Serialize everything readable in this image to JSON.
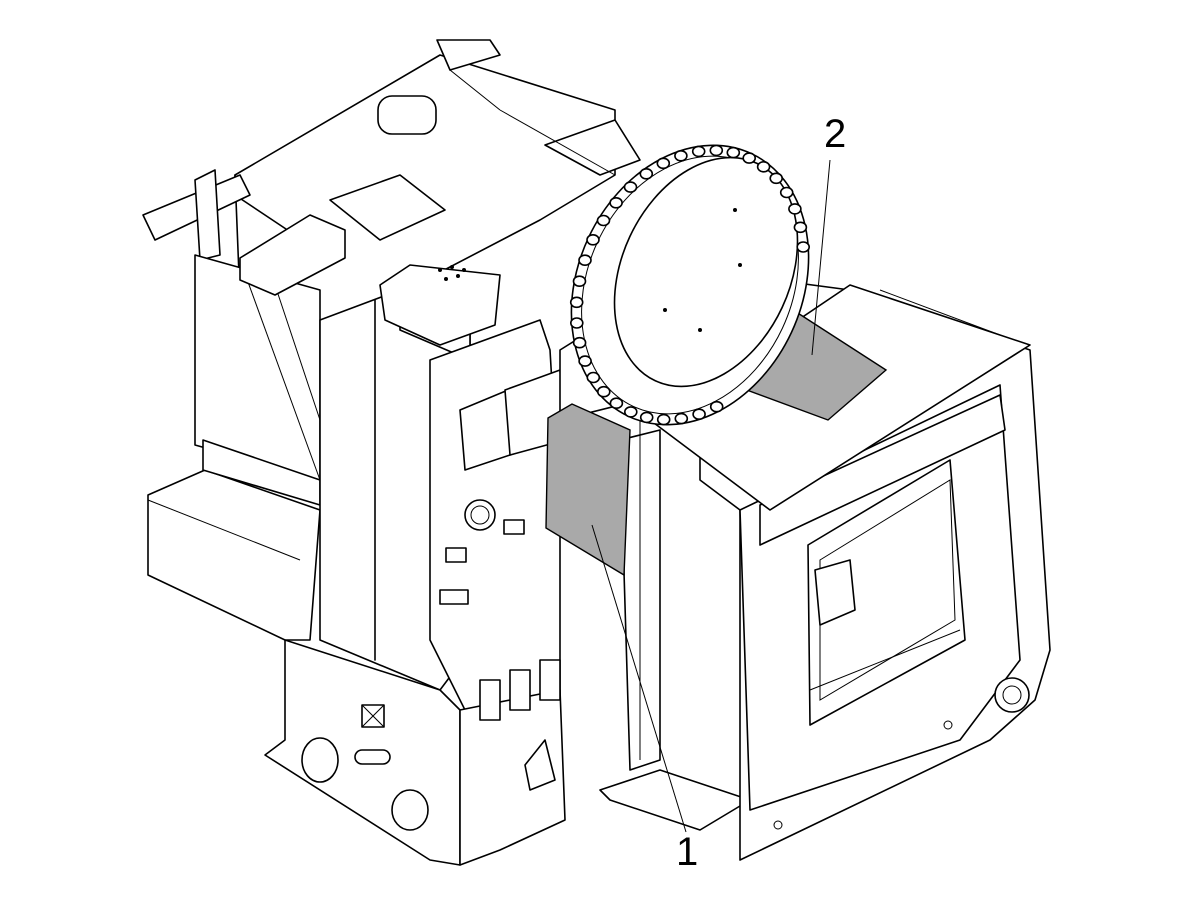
{
  "diagram": {
    "callouts": [
      {
        "id": "panel-1",
        "label": "1"
      },
      {
        "id": "panel-2",
        "label": "2"
      }
    ],
    "colors": {
      "line": "#000000",
      "background": "#ffffff",
      "highlight_panel": "#a9a9a9"
    }
  }
}
